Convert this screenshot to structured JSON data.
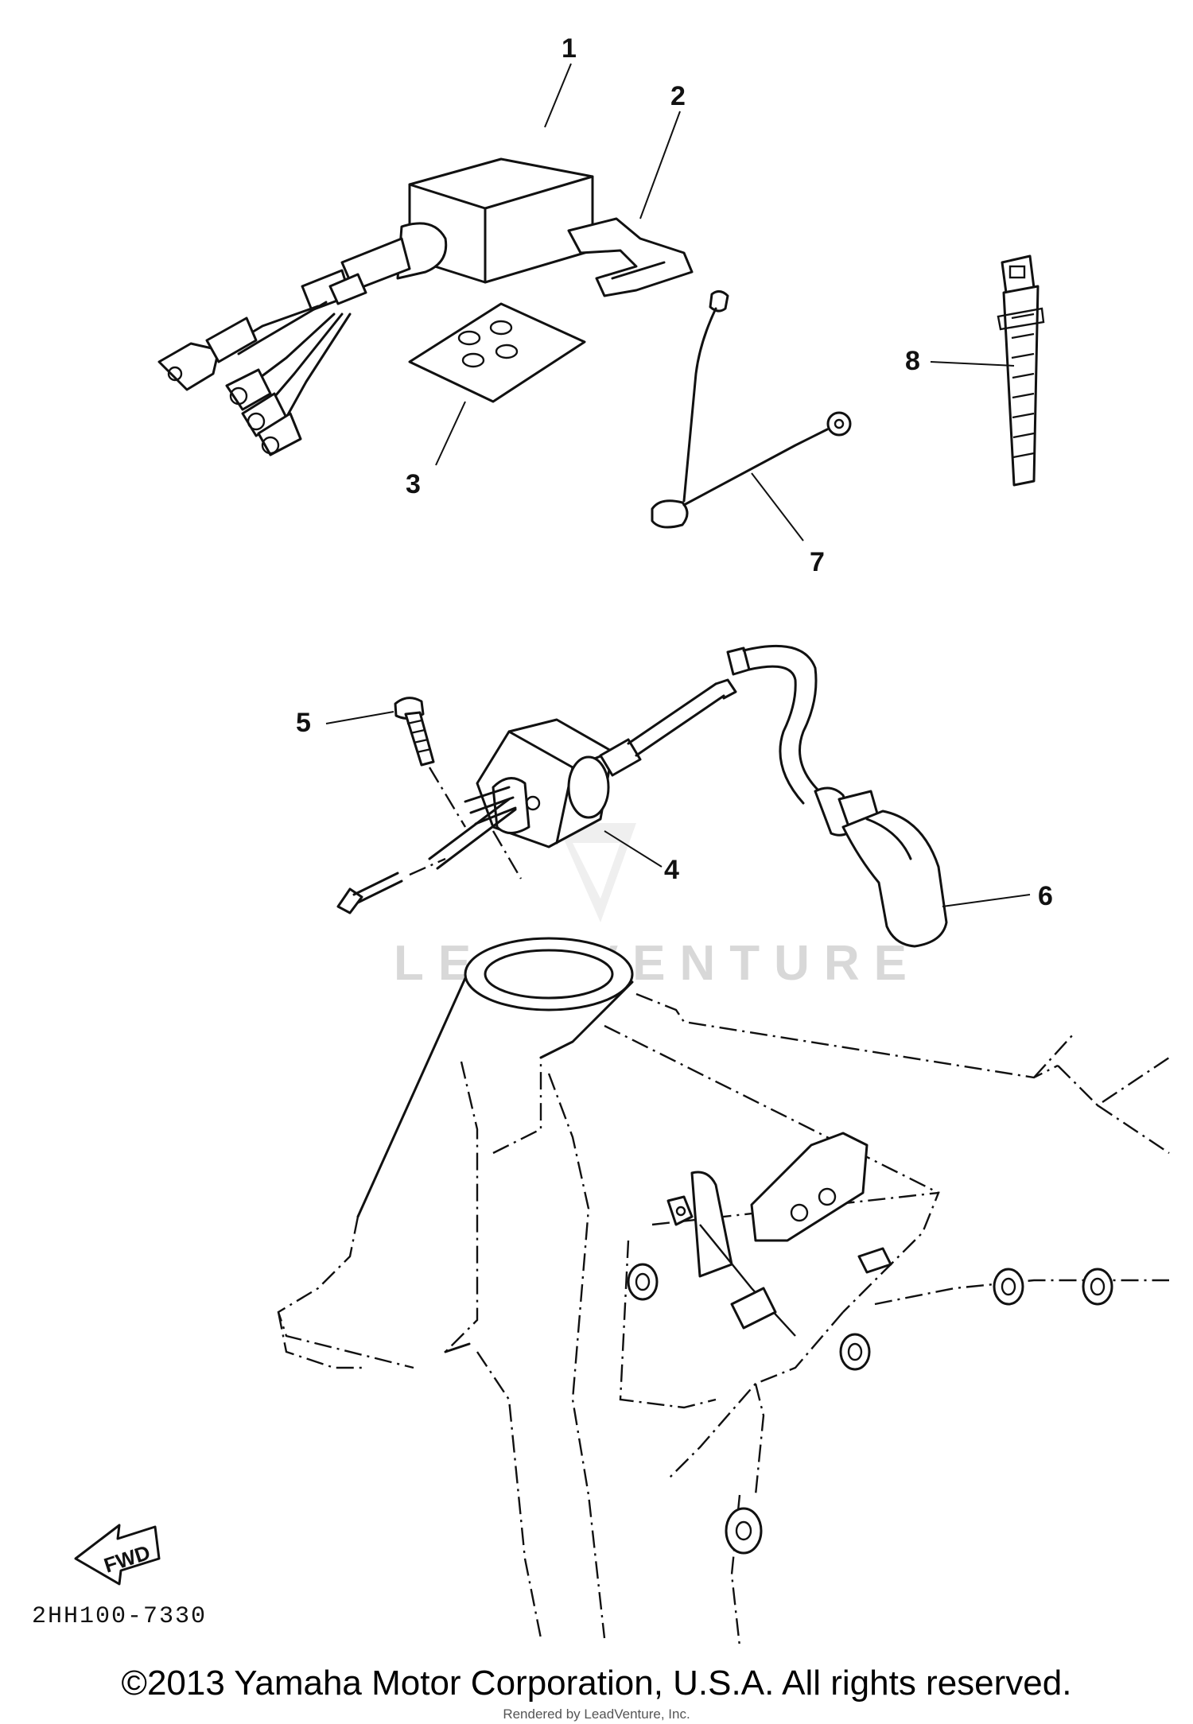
{
  "diagram": {
    "callouts": {
      "c1": "1",
      "c2": "2",
      "c3": "3",
      "c4": "4",
      "c5": "5",
      "c6": "6",
      "c7": "7",
      "c8": "8"
    },
    "watermark": "LEADVENTURE",
    "fwd_label": "FWD",
    "part_code": "2HH100-7330"
  },
  "footer": {
    "copyright": "©2013 Yamaha Motor Corporation, U.S.A. All rights reserved.",
    "rendered_by": "Rendered by LeadVenture, Inc."
  },
  "colors": {
    "ink": "#111111",
    "watermark": "#d8d8d8",
    "background": "#ffffff"
  }
}
